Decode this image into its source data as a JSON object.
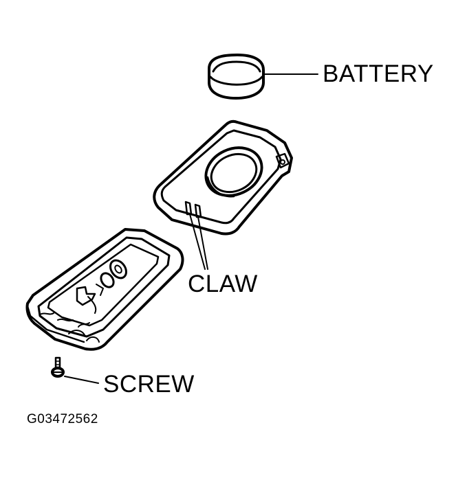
{
  "labels": {
    "battery": "BATTERY",
    "claw": "CLAW",
    "screw": "SCREW"
  },
  "figure_code": "G03472562",
  "colors": {
    "ink": "#000000",
    "paper": "#ffffff"
  }
}
